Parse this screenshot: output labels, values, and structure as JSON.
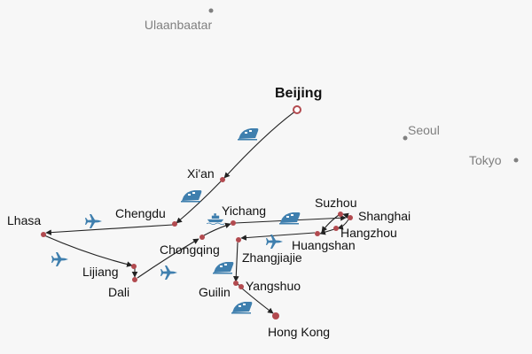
{
  "map": {
    "reference_cities": [
      {
        "key": "ulaanbaatar",
        "name": "Ulaanbaatar"
      },
      {
        "key": "seoul",
        "name": "Seoul"
      },
      {
        "key": "tokyo",
        "name": "Tokyo"
      }
    ],
    "start_city": "Beijing",
    "tour_cities": [
      {
        "key": "xian",
        "name": "Xi'an"
      },
      {
        "key": "chengdu",
        "name": "Chengdu"
      },
      {
        "key": "lhasa",
        "name": "Lhasa"
      },
      {
        "key": "lijiang",
        "name": "Lijiang"
      },
      {
        "key": "dali",
        "name": "Dali"
      },
      {
        "key": "chongqing",
        "name": "Chongqing"
      },
      {
        "key": "yichang",
        "name": "Yichang"
      },
      {
        "key": "suzhou",
        "name": "Suzhou"
      },
      {
        "key": "shanghai",
        "name": "Shanghai"
      },
      {
        "key": "hangzhou",
        "name": "Hangzhou"
      },
      {
        "key": "huangshan",
        "name": "Huangshan"
      },
      {
        "key": "zhangjiajie",
        "name": "Zhangjiajie"
      },
      {
        "key": "guilin",
        "name": "Guilin"
      },
      {
        "key": "yangshuo",
        "name": "Yangshuo"
      },
      {
        "key": "hongkong",
        "name": "Hong Kong"
      }
    ],
    "route_legs": [
      {
        "from": "Beijing",
        "to": "Xi'an",
        "mode": "train-icon"
      },
      {
        "from": "Xi'an",
        "to": "Chengdu",
        "mode": "train-icon"
      },
      {
        "from": "Chengdu",
        "to": "Lhasa",
        "mode": "plane-icon"
      },
      {
        "from": "Lhasa",
        "to": "Lijiang",
        "mode": "plane-icon"
      },
      {
        "from": "Lijiang",
        "to": "Dali",
        "mode": "none"
      },
      {
        "from": "Dali",
        "to": "Chongqing",
        "mode": "plane-icon"
      },
      {
        "from": "Chongqing",
        "to": "Yichang",
        "mode": "boat-icon"
      },
      {
        "from": "Yichang",
        "to": "Shanghai",
        "mode": "train-icon"
      },
      {
        "from": "Shanghai",
        "to": "Suzhou",
        "mode": "none"
      },
      {
        "from": "Shanghai",
        "to": "Hangzhou",
        "mode": "none"
      },
      {
        "from": "Hangzhou",
        "to": "Huangshan",
        "mode": "none"
      },
      {
        "from": "Huangshan",
        "to": "Zhangjiajie",
        "mode": "plane-icon"
      },
      {
        "from": "Zhangjiajie",
        "to": "Guilin",
        "mode": "train-icon"
      },
      {
        "from": "Guilin",
        "to": "Yangshuo",
        "mode": "none"
      },
      {
        "from": "Yangshuo",
        "to": "Hong Kong",
        "mode": "train-icon"
      }
    ],
    "colors": {
      "background": "#f7f7f7",
      "city_marker": "#b24a4f",
      "transport_icon": "#3f7fae",
      "route_line": "#222222",
      "reference_city": "#808080"
    }
  }
}
